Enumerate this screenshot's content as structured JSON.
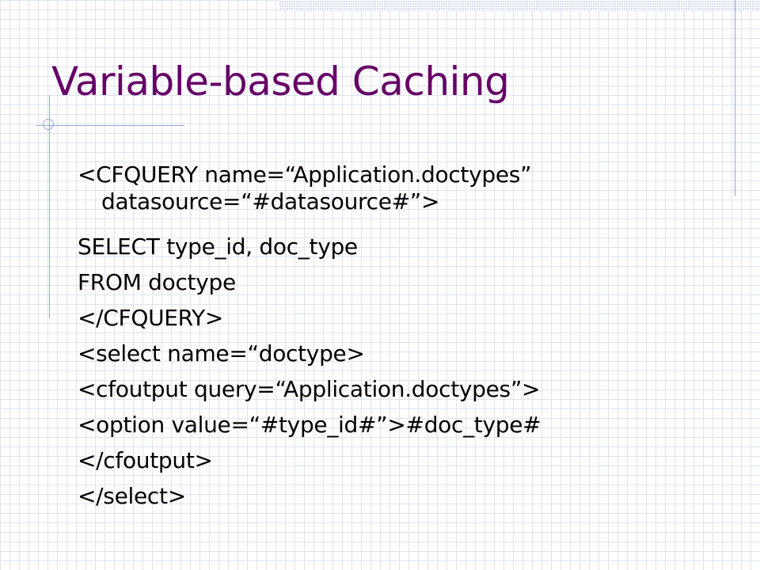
{
  "slide": {
    "title": "Variable-based Caching",
    "lines": [
      "<CFQUERY name=“Application.doctypes”",
      "datasource=“#datasource#”>",
      "SELECT type_id, doc_type",
      "FROM doctype",
      "</CFQUERY>",
      "<select name=“doctype>",
      "<cfoutput query=“Application.doctypes”>",
      "<option value=“#type_id#”>#doc_type#",
      "</cfoutput>",
      "</select>"
    ]
  },
  "colors": {
    "title": "#660066",
    "text": "#000000",
    "accent_line": "#9aa8d4",
    "grid": "#dfe3ef"
  }
}
